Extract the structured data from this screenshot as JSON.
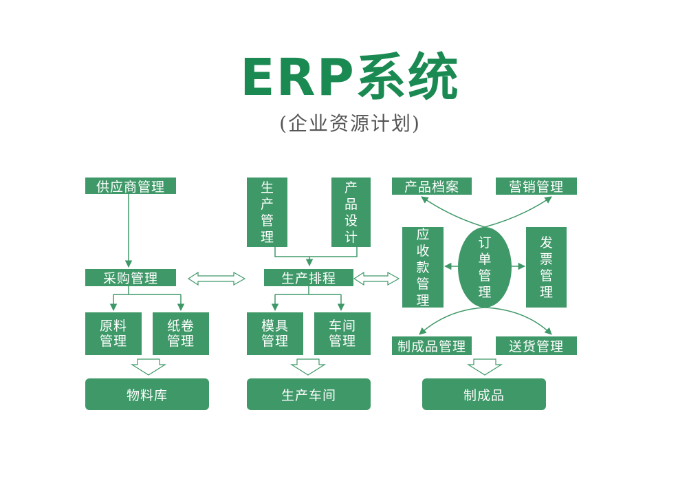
{
  "header": {
    "title": "ERP系统",
    "subtitle": "(企业资源计划)"
  },
  "left": {
    "supplier": "供应商管理",
    "purchase": "采购管理",
    "raw_material": "原料管理",
    "paper_roll": "纸卷管理",
    "warehouse": "物料库"
  },
  "middle": {
    "production_mgmt": "生产管理",
    "product_design": "产品设计",
    "scheduling": "生产排程",
    "mold": "模具管理",
    "workshop_mgmt": "车间管理",
    "workshop": "生产车间"
  },
  "right": {
    "product_archive": "产品档案",
    "marketing": "营销管理",
    "receivables": "应收款管理",
    "order": "订单管理",
    "invoice": "发票管理",
    "finished_goods_mgmt": "制成品管理",
    "delivery": "送货管理",
    "finished_goods": "制成品"
  },
  "colors": {
    "box": "#3f9868",
    "title": "#1a8a52",
    "line": "#3f9868"
  }
}
